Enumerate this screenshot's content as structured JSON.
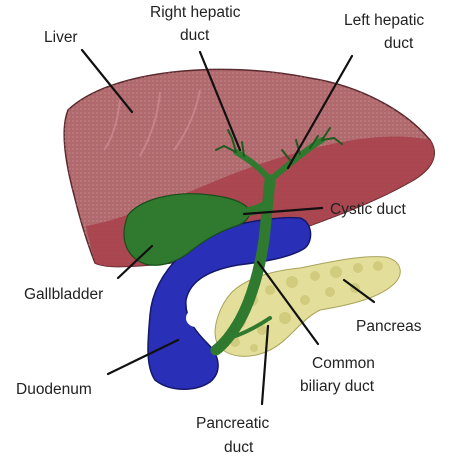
{
  "labels": {
    "liver": "Liver",
    "right_hepatic_duct_1": "Right hepatic",
    "right_hepatic_duct_2": "duct",
    "left_hepatic_duct_1": "Left hepatic",
    "left_hepatic_duct_2": "duct",
    "cystic_duct": "Cystic duct",
    "gallbladder": "Gallbladder",
    "pancreas": "Pancreas",
    "common_biliary_duct_1": "Common",
    "common_biliary_duct_2": "biliary duct",
    "duodenum": "Duodenum",
    "pancreatic_duct_1": "Pancreatic",
    "pancreatic_duct_2": "duct"
  },
  "colors": {
    "liver_fill": "#b06a6e",
    "liver_dark": "#a8404a",
    "liver_texture": "#d28a94",
    "gallbladder": "#2f7a2f",
    "duodenum": "#2a2fb8",
    "pancreas": "#e3de9a",
    "pancreas_lobule": "#cfc87a",
    "duct_branch": "#1f5a1f",
    "text": "#222222"
  }
}
